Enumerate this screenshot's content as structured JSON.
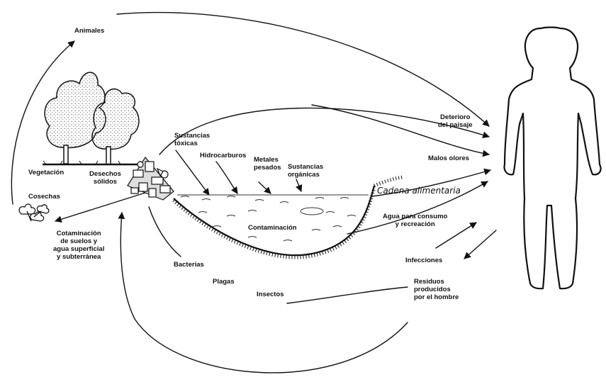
{
  "labels": {
    "animales": "Animales",
    "vegetacion": "Vegetación",
    "desechos": "Desechos\nsólidos",
    "cosechas": "Cosechas",
    "contaminacion_suelos": "Cotaminación\nde suelos y\nagua superficial\ny subterránea",
    "sustancias_toxicas": "Sustancias\ntóxicas",
    "hidrocarburos": "Hidrocarburos",
    "metales": "Metales\npesados",
    "sustancias_organicas": "Sustancias\norgánicas",
    "contaminacion": "Contaminación",
    "cadena": "Cadena alimentaria",
    "agua": "Agua para consumo\ny recreación",
    "deterioro": "Deterioro\ndel paisaje",
    "malos_olores": "Malos olores",
    "infecciones": "Infecciones",
    "residuos": "Residuos\nproducidos\npor el hombre",
    "bacterias": "Bacterias",
    "plagas": "Plagas",
    "insectos": "Insectos"
  },
  "colors": {
    "ink": "#111111",
    "paper": "#ffffff"
  }
}
